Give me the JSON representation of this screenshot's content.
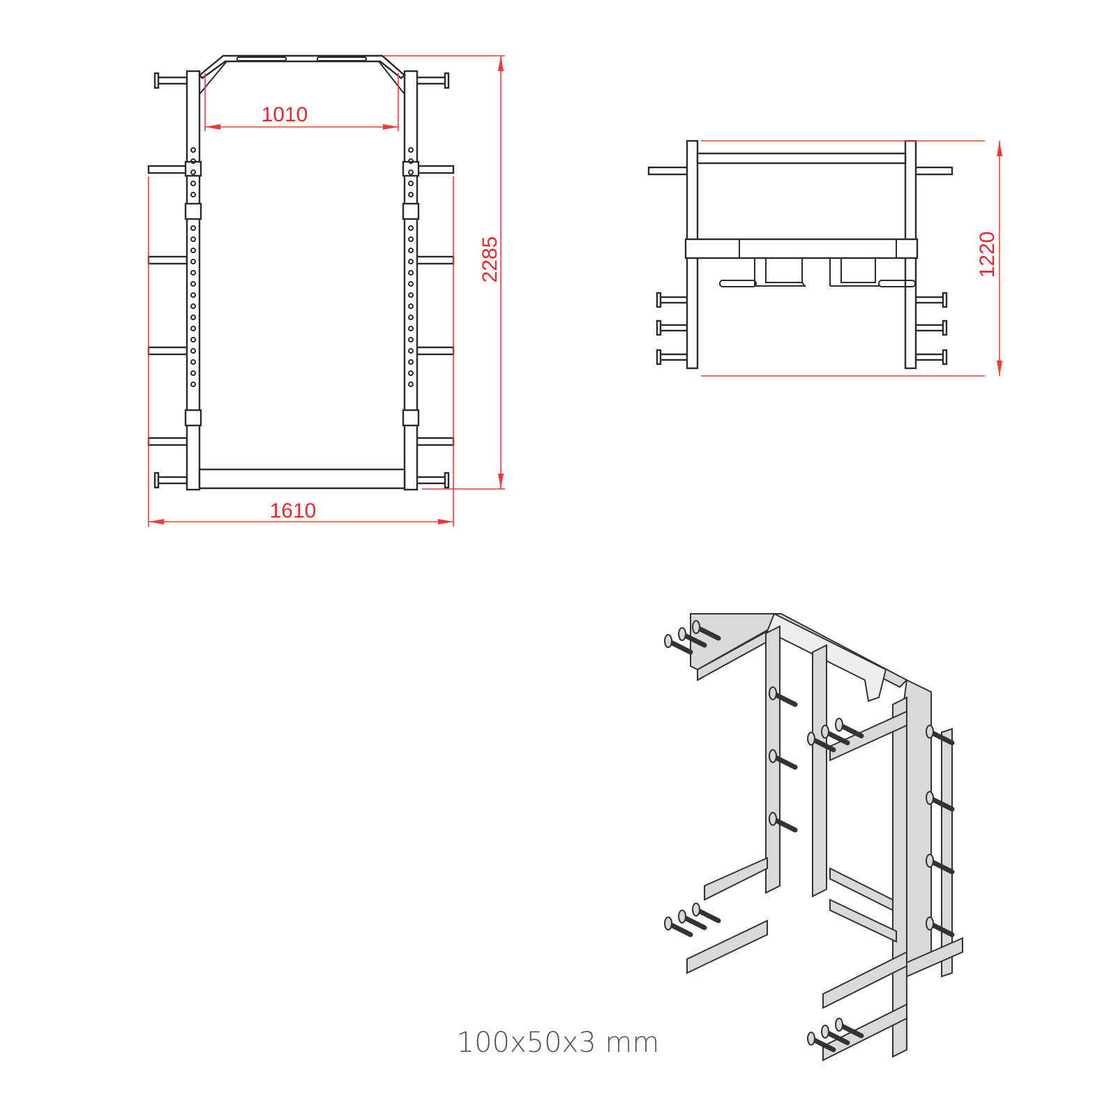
{
  "colors": {
    "dimension": "#f03a3a",
    "line": "#2a2a2a",
    "caption": "#555555"
  },
  "front_view": {
    "inner_width_label": "1010",
    "outer_width_label": "1610",
    "height_label": "2285"
  },
  "side_view": {
    "depth_label": "1220"
  },
  "caption": "100x50x3 mm"
}
